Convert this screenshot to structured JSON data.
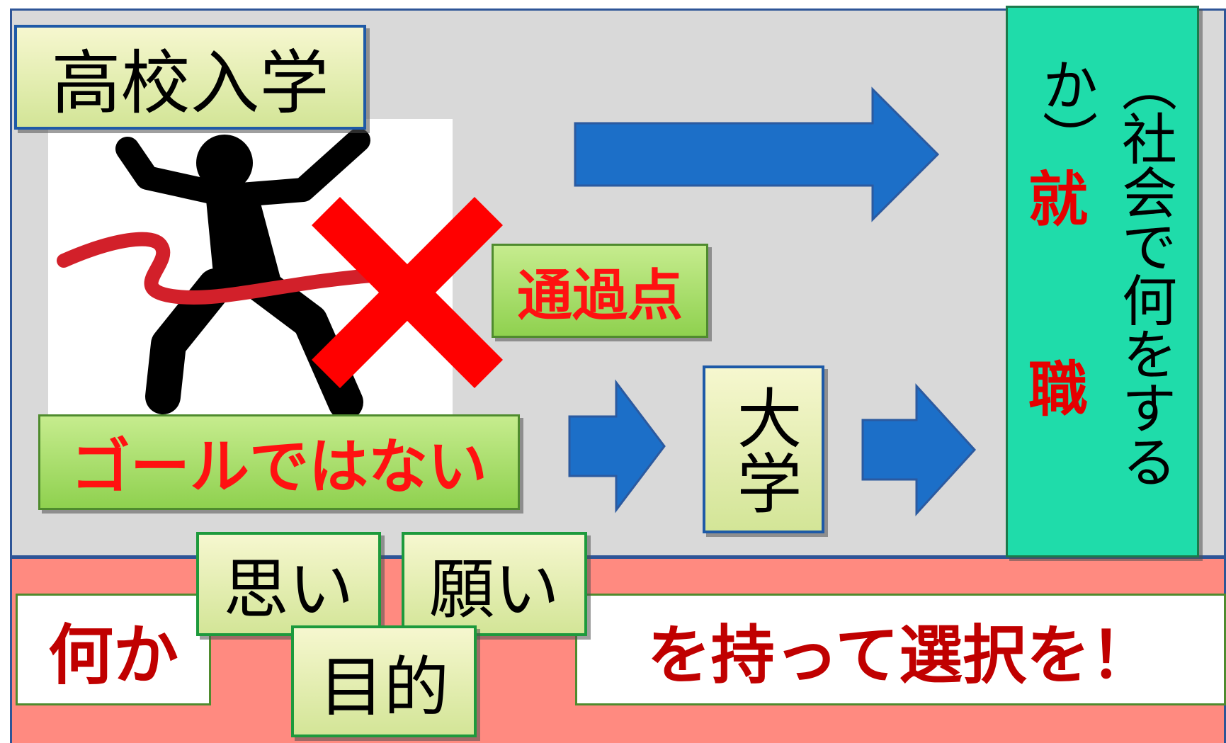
{
  "colors": {
    "top_panel": "#d9d9d9",
    "bottom_panel": "#ff8a80",
    "arrow_blue": "#1c6fc8",
    "job_box": "#1fdcaa",
    "red_text": "#ff1111",
    "dark_red_text": "#c00000",
    "cross_red": "#ff0000"
  },
  "labels": {
    "high_school_entry": "高校入学",
    "not_the_goal": "ゴールではない",
    "checkpoint": "通過点",
    "university": "大学",
    "employment": "就職",
    "employment_chars": [
      "就",
      "職"
    ],
    "employment_note": "（社会で何をするか）",
    "something": "何か",
    "thought": "思い",
    "wish": "願い",
    "purpose": "目的",
    "have_and_choose": "を持って選択を！"
  },
  "icons": {
    "runner": "runner-crossing-finish-line-icon",
    "cross": "cross-mark-icon",
    "arrows": [
      "arrow-right-icon",
      "arrow-right-icon",
      "arrow-right-icon"
    ]
  }
}
